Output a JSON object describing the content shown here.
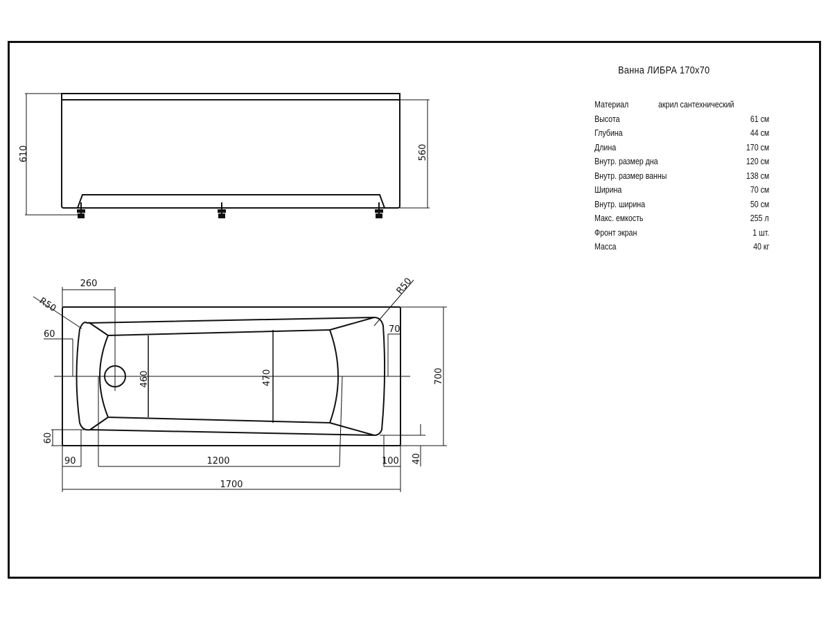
{
  "title": "Ванна ЛИБРА 170x70",
  "specs": [
    {
      "label": "Материал",
      "value": "акрил сантехнический"
    },
    {
      "label": "Высота",
      "value": "61 см"
    },
    {
      "label": "Глубина",
      "value": "44 см"
    },
    {
      "label": "Длина",
      "value": "170 см"
    },
    {
      "label": "Внутр. размер дна",
      "value": "120 см"
    },
    {
      "label": "Внутр. размер ванны",
      "value": "138 см"
    },
    {
      "label": "Ширина",
      "value": "70 см"
    },
    {
      "label": "Внутр. ширина",
      "value": "50 см"
    },
    {
      "label": "Макс. емкость",
      "value": "255 л"
    },
    {
      "label": "Фронт экран",
      "value": "1 шт."
    },
    {
      "label": "Масса",
      "value": "40 кг"
    }
  ],
  "side_view": {
    "height_total": "610",
    "height_panel": "560"
  },
  "plan_view": {
    "d260": "260",
    "r50_left": "R50",
    "r50_right": "R50",
    "d60_top": "60",
    "d70": "70",
    "d460": "460",
    "d470": "470",
    "d700": "700",
    "d60_bottom": "60",
    "d90": "90",
    "d1200": "1200",
    "d100": "100",
    "d40": "40",
    "d1700": "1700"
  }
}
